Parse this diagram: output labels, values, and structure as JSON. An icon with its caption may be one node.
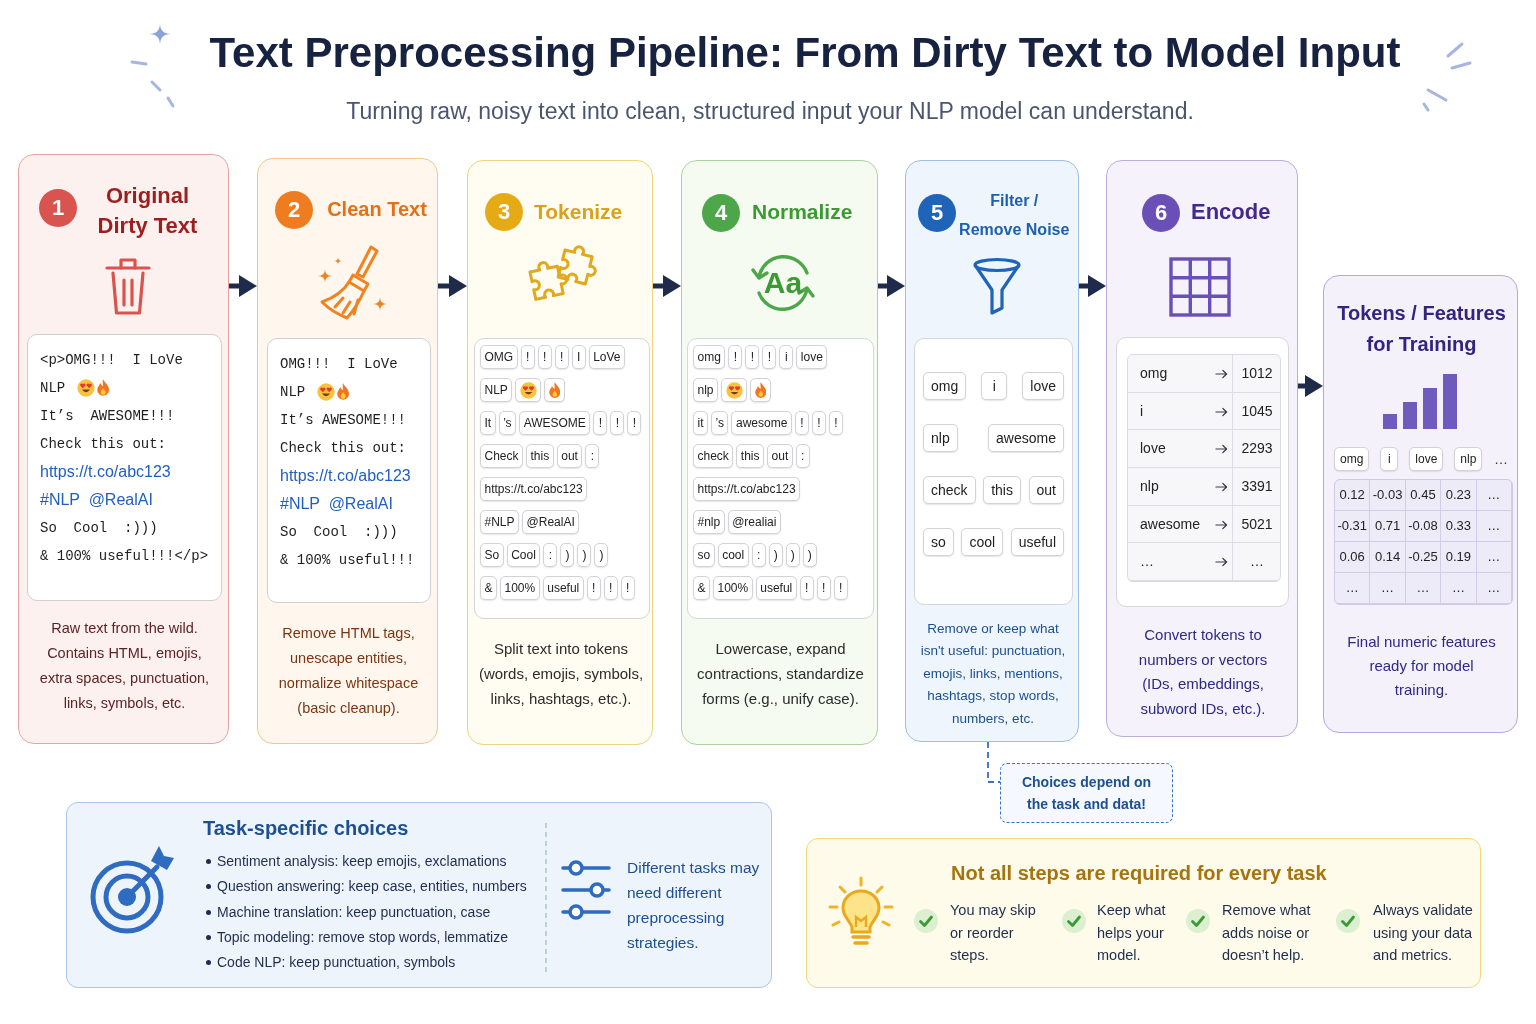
{
  "diagram": {
    "title": "Text Preprocessing Pipeline: From Dirty Text to Model Input",
    "nodes": [
      {
        "text": [
          "Original Dirty Text",
          "Raw text from the wild. Contains HTML, emojis, extra spaces, punctuation, links, symbols, etc."
        ]
      },
      {
        "text": [
          "1"
        ],
        "in": 0
      },
      {
        "text": [
          "<p>OMG!!!  I LoVe",
          "NLP",
          "It’s  AWESOME!!!",
          "Check this out:",
          "https://t.co/abc123",
          "#NLP  @RealAI",
          "So  Cool  :)))",
          "& 100% useful!!!</p>"
        ],
        "in": 0
      },
      {
        "text": [
          "Clean Text",
          "Remove HTML tags, unescape entities, normalize whitespace (basic cleanup)."
        ]
      },
      {
        "text": [
          "2"
        ],
        "in": 3
      },
      {
        "text": [
          "OMG!!!  I LoVe",
          "NLP",
          "It’s AWESOME!!!",
          "Check this out:",
          "https://t.co/abc123",
          "#NLP  @RealAI",
          "So  Cool  :)))",
          "& 100% useful!!!"
        ],
        "in": 3
      },
      {
        "text": [
          "Tokenize",
          "Split text into tokens (words, emojis, symbols, links, hashtags, etc.)."
        ]
      },
      {
        "text": [
          "3"
        ],
        "in": 6
      },
      {
        "text": [],
        "shape": "box",
        "in": 6
      },
      {
        "text": [
          "OMG"
        ],
        "in": 8
      },
      {
        "text": [
          "!"
        ],
        "in": 8
      },
      {
        "text": [
          "!"
        ],
        "in": 8
      },
      {
        "text": [
          "!"
        ],
        "in": 8
      },
      {
        "text": [
          "I"
        ],
        "in": 8
      },
      {
        "text": [
          "LoVe"
        ],
        "in": 8
      },
      {
        "text": [
          "NLP"
        ],
        "in": 8
      },
      {
        "text": [],
        "shape": "box",
        "in": 8
      },
      {
        "text": [],
        "shape": "box",
        "in": 8
      },
      {
        "text": [
          "It"
        ],
        "in": 8
      },
      {
        "text": [
          "’s"
        ],
        "in": 8
      },
      {
        "text": [
          "AWESOME"
        ],
        "in": 8
      },
      {
        "text": [
          "!"
        ],
        "in": 8
      },
      {
        "text": [
          "!"
        ],
        "in": 8
      },
      {
        "text": [
          "!"
        ],
        "in": 8
      },
      {
        "text": [
          "Check"
        ],
        "in": 8
      },
      {
        "text": [
          "this"
        ],
        "in": 8
      },
      {
        "text": [
          "out"
        ],
        "in": 8
      },
      {
        "text": [
          ":"
        ],
        "in": 8
      },
      {
        "text": [
          "https://t.co/abc123"
        ],
        "in": 8
      },
      {
        "text": [
          "#NLP"
        ],
        "in": 8
      },
      {
        "text": [
          "@RealAI"
        ],
        "in": 8
      },
      {
        "text": [
          "So"
        ],
        "in": 8
      },
      {
        "text": [
          "Cool"
        ],
        "in": 8
      },
      {
        "text": [
          ":"
        ],
        "in": 8
      },
      {
        "text": [
          ")"
        ],
        "in": 8
      },
      {
        "text": [
          ")"
        ],
        "in": 8
      },
      {
        "text": [
          ")"
        ],
        "in": 8
      },
      {
        "text": [
          "&"
        ],
        "in": 8
      },
      {
        "text": [
          "100%"
        ],
        "in": 8
      },
      {
        "text": [
          "useful"
        ],
        "in": 8
      },
      {
        "text": [
          "!"
        ],
        "in": 8
      },
      {
        "text": [
          "!"
        ],
        "in": 8
      },
      {
        "text": [
          "!"
        ],
        "in": 8
      },
      {
        "text": [
          "Normalize",
          "Lowercase, expand contractions, standardize forms (e.g., unify case)."
        ]
      },
      {
        "text": [
          "4"
        ],
        "in": 43
      },
      {
        "text": [],
        "shape": "box",
        "in": 43
      },
      {
        "text": [
          "omg"
        ],
        "in": 45
      },
      {
        "text": [
          "!"
        ],
        "in": 45
      },
      {
        "text": [
          "!"
        ],
        "in": 45
      },
      {
        "text": [
          "!"
        ],
        "in": 45
      },
      {
        "text": [
          "i"
        ],
        "in": 45
      },
      {
        "text": [
          "love"
        ],
        "in": 45
      },
      {
        "text": [
          "nlp"
        ],
        "in": 45
      },
      {
        "text": [],
        "shape": "box",
        "in": 45
      },
      {
        "text": [],
        "shape": "box",
        "in": 45
      },
      {
        "text": [
          "it"
        ],
        "in": 45
      },
      {
        "text": [
          "’s"
        ],
        "in": 45
      },
      {
        "text": [
          "awesome"
        ],
        "in": 45
      },
      {
        "text": [
          "!"
        ],
        "in": 45
      },
      {
        "text": [
          "!"
        ],
        "in": 45
      },
      {
        "text": [
          "!"
        ],
        "in": 45
      },
      {
        "text": [
          "check"
        ],
        "in": 45
      },
      {
        "text": [
          "this"
        ],
        "in": 45
      },
      {
        "text": [
          "out"
        ],
        "in": 45
      },
      {
        "text": [
          ":"
        ],
        "in": 45
      },
      {
        "text": [
          "https://t.co/abc123"
        ],
        "in": 45
      },
      {
        "text": [
          "#nlp"
        ],
        "in": 45
      },
      {
        "text": [
          "@realiai"
        ],
        "in": 45
      },
      {
        "text": [
          "so"
        ],
        "in": 45
      },
      {
        "text": [
          "cool"
        ],
        "in": 45
      },
      {
        "text": [
          ":"
        ],
        "in": 45
      },
      {
        "text": [
          ")"
        ],
        "in": 45
      },
      {
        "text": [
          ")"
        ],
        "in": 45
      },
      {
        "text": [
          ")"
        ],
        "in": 45
      },
      {
        "text": [
          "&"
        ],
        "in": 45
      },
      {
        "text": [
          "100%"
        ],
        "in": 45
      },
      {
        "text": [
          "useful"
        ],
        "in": 45
      },
      {
        "text": [
          "!"
        ],
        "in": 45
      },
      {
        "text": [
          "!"
        ],
        "in": 45
      },
      {
        "text": [
          "!"
        ],
        "in": 45
      },
      {
        "text": [
          "Filter / Remove Noise",
          "Remove or keep what isn't useful: punctuation, emojis, links, mentions, hashtags, stop words, numbers, etc."
        ]
      },
      {
        "text": [
          "5"
        ],
        "in": 80
      },
      {
        "text": [],
        "shape": "box",
        "in": 80
      },
      {
        "text": [
          "omg"
        ],
        "in": 82
      },
      {
        "text": [
          "i"
        ],
        "in": 82
      },
      {
        "text": [
          "love"
        ],
        "in": 82
      },
      {
        "text": [
          "nlp"
        ],
        "in": 82
      },
      {
        "text": [
          "awesome"
        ],
        "in": 82
      },
      {
        "text": [
          "check"
        ],
        "in": 82
      },
      {
        "text": [
          "this"
        ],
        "in": 82
      },
      {
        "text": [
          "out"
        ],
        "in": 82
      },
      {
        "text": [
          "so"
        ],
        "in": 82
      },
      {
        "text": [
          "cool"
        ],
        "in": 82
      },
      {
        "text": [
          "useful"
        ],
        "in": 82
      },
      {
        "text": [
          "Encode",
          "Convert tokens to numbers or vectors (IDs, embeddings, subword IDs, etc.)."
        ]
      },
      {
        "text": [
          "6"
        ],
        "in": 94
      },
      {
        "text": [
          "omg",
          "1012",
          "i",
          "1045",
          "love",
          "2293",
          "nlp",
          "3391",
          "awesome",
          "5021",
          "…",
          "…"
        ],
        "in": 94
      },
      {
        "text": [
          "Tokens / Features for Training",
          "…",
          "Final numeric features ready for model training."
        ]
      },
      {
        "text": [
          "omg"
        ],
        "in": 97
      },
      {
        "text": [
          "i"
        ],
        "in": 97
      },
      {
        "text": [
          "love"
        ],
        "in": 97
      },
      {
        "text": [
          "nlp"
        ],
        "in": 97
      },
      {
        "text": [
          "0.12",
          "-0.03",
          "0.45",
          "0.23",
          "…",
          "-0.31",
          "0.71",
          "-0.08",
          "0.33",
          "…",
          "0.06",
          "0.14",
          "-0.25",
          "0.19",
          "…",
          "…",
          "…",
          "…",
          "…",
          "…"
        ],
        "in": 97
      },
      {
        "text": [
          "Choices depend on the task and data!"
        ]
      },
      {
        "text": [
          "Task-specific choices",
          "Sentiment analysis: keep emojis, exclamations",
          "Question answering: keep case, entities, numbers",
          "Machine translation: keep punctuation, case",
          "Topic modeling: remove stop words, lemmatize",
          "Code NLP: keep punctuation, symbols",
          "Different tasks may need different preprocessing strategies."
        ]
      },
      {
        "text": [
          "Not all steps are required for every task",
          "You may skip or reorder steps.",
          "Keep what helps your model.",
          "Remove what adds noise or doesn’t help.",
          "Always validate using your data and metrics."
        ]
      }
    ],
    "edges": [
      {
        "from": 0,
        "to": 3,
        "arrow": "to"
      },
      {
        "from": 3,
        "to": 6,
        "arrow": "to"
      },
      {
        "from": 6,
        "to": 43,
        "arrow": "to"
      },
      {
        "from": 43,
        "to": 80,
        "arrow": "to"
      },
      {
        "from": 80,
        "to": 94,
        "arrow": "to"
      },
      {
        "from": 94,
        "to": 97,
        "arrow": "to"
      },
      {
        "from": 80,
        "to": 103,
        "arrow": "none",
        "style": "dashed",
        "color": "#3b6fc2"
      }
    ],
    "labels": [
      "Turning raw, noisy text into clean, structured input your NLP model can understand.",
      "Aa"
    ]
  }
}
